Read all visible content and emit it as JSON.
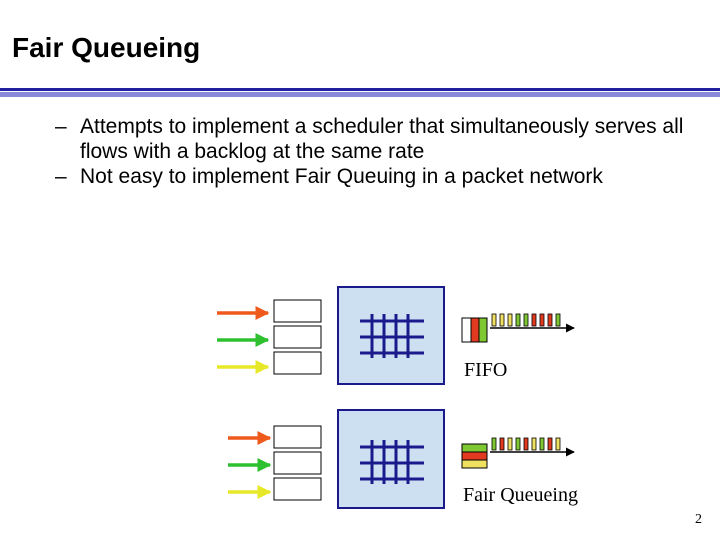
{
  "slide": {
    "title": "Fair Queueing",
    "bullets": [
      {
        "dash": "–",
        "text": "Attempts to implement a scheduler that simultaneously serves all flows with a backlog at the same rate"
      },
      {
        "dash": "–",
        "text": "Not easy to implement Fair Queuing in a  packet network"
      }
    ],
    "page_number": "2"
  },
  "diagram": {
    "fifo_label": "FIFO",
    "fq_label": "Fair Queueing"
  },
  "colors": {
    "title_rule": "#2020a0",
    "switch_fill": "#cce0f2",
    "switch_border": "#1a1a8c",
    "flow_red": "#ef5a1c",
    "flow_green": "#2fc02f",
    "flow_yellow": "#e8e82a",
    "packet_green": "#7ec832",
    "packet_red": "#e23a20",
    "packet_yellow": "#f0e060"
  }
}
